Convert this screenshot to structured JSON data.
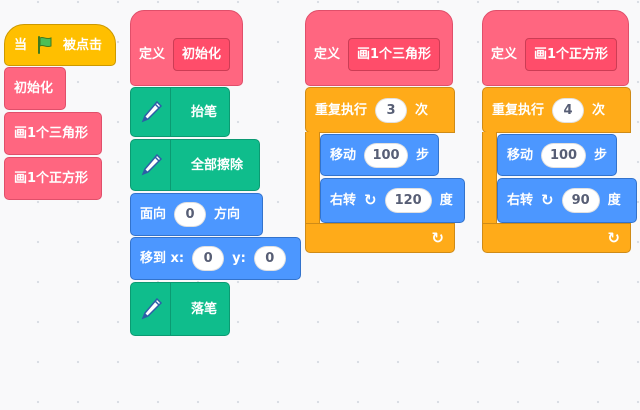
{
  "stack_main": {
    "hat_when": "当",
    "hat_clicked": "被点击",
    "hat_icon": "green-flag-icon",
    "call1": "初始化",
    "call2": "画1个三角形",
    "call3": "画1个正方形"
  },
  "stack_init": {
    "define": "定义",
    "name": "初始化",
    "pen_up": "抬笔",
    "clear": "全部擦除",
    "point_label": "面向",
    "point_value": "0",
    "point_unit": "方向",
    "goto_label": "移到 x:",
    "goto_x": "0",
    "goto_y_label": "y:",
    "goto_y": "0",
    "pen_down": "落笔"
  },
  "stack_triangle": {
    "define": "定义",
    "name": "画1个三角形",
    "repeat_label": "重复执行",
    "repeat_count": "3",
    "repeat_unit": "次",
    "move_label": "移动",
    "move_value": "100",
    "move_unit": "步",
    "turn_label": "右转",
    "turn_value": "120",
    "turn_unit": "度"
  },
  "stack_square": {
    "define": "定义",
    "name": "画1个正方形",
    "repeat_label": "重复执行",
    "repeat_count": "4",
    "repeat_unit": "次",
    "move_label": "移动",
    "move_value": "100",
    "move_unit": "步",
    "turn_label": "右转",
    "turn_value": "90",
    "turn_unit": "度"
  },
  "colors": {
    "events": "#ffbf00",
    "my_blocks": "#ff6680",
    "pen": "#0fbd8c",
    "motion": "#4c97ff",
    "control": "#ffab19"
  }
}
